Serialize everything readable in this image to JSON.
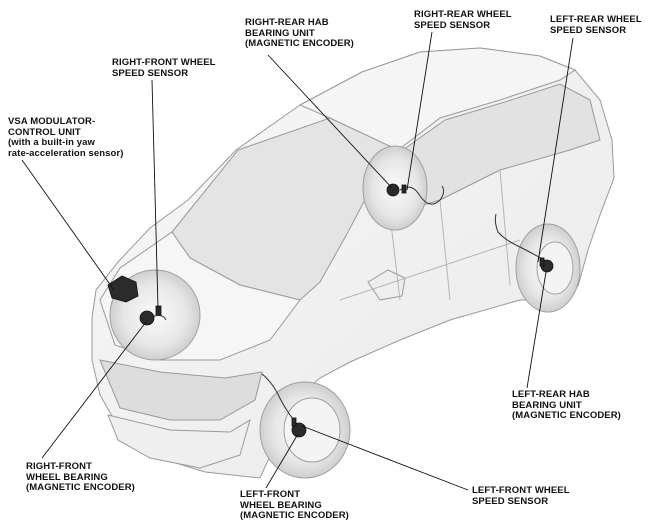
{
  "diagram": {
    "labels": {
      "right_rear_hab": [
        "RIGHT-REAR HAB",
        "BEARING UNIT",
        "(MAGNETIC ENCODER)"
      ],
      "right_rear_sensor": [
        "RIGHT-REAR WHEEL",
        "SPEED SENSOR"
      ],
      "left_rear_sensor": [
        "LEFT-REAR WHEEL",
        "SPEED SENSOR"
      ],
      "right_front_sensor": [
        "RIGHT-FRONT WHEEL",
        "SPEED SENSOR"
      ],
      "vsa_unit": [
        "VSA MODULATOR-",
        "CONTROL UNIT",
        "(with a built-in yaw",
        "rate-acceleration sensor)"
      ],
      "left_rear_hab": [
        "LEFT-REAR HAB",
        "BEARING UNIT",
        "(MAGNETIC ENCODER)"
      ],
      "right_front_bearing": [
        "RIGHT-FRONT",
        "WHEEL BEARING",
        "(MAGNETIC ENCODER)"
      ],
      "left_front_bearing": [
        "LEFT-FRONT",
        "WHEEL BEARING",
        "(MAGNETIC ENCODER)"
      ],
      "left_front_sensor": [
        "LEFT-FRONT WHEEL",
        "SPEED SENSOR"
      ]
    },
    "colors": {
      "body_outline": "#9a9a9a",
      "body_fill": "#f3f3f3",
      "glass_fill": "#e4e4e4",
      "component_fill": "#2b2b2b",
      "leader_line": "#111111"
    }
  }
}
